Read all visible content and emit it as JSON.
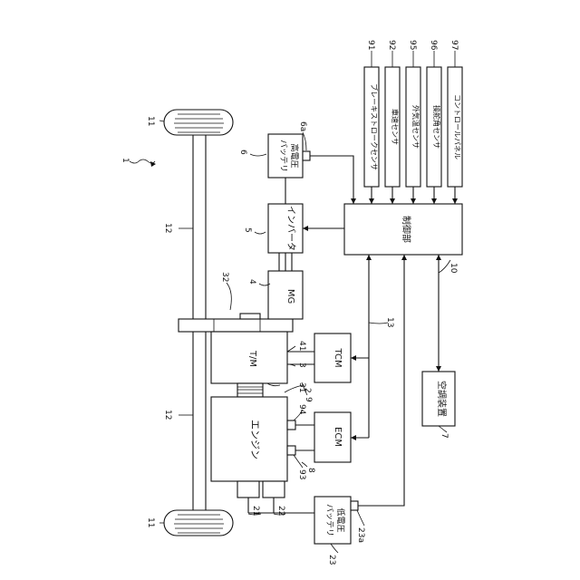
{
  "refs": {
    "r1": "1",
    "r2": "2",
    "r3": "3",
    "r4": "4",
    "r5": "5",
    "r6": "6",
    "r6a": "6a",
    "r7": "7",
    "r8": "8",
    "r9": "9",
    "r10": "10",
    "r11a": "11",
    "r11b": "11",
    "r12a": "12",
    "r12b": "12",
    "r13": "13",
    "r21": "21",
    "r22": "22",
    "r23": "23",
    "r23a": "23a",
    "r31": "31",
    "r32": "32",
    "r41": "41",
    "r91": "91",
    "r92": "92",
    "r93": "93",
    "r94": "94",
    "r95": "95",
    "r96": "96",
    "r97": "97"
  },
  "labels": {
    "engine": "エンジン",
    "tm": "T/M",
    "mg": "MG",
    "inverter": "インバータ",
    "hv_battery_1": "高電圧",
    "hv_battery_2": "バッテリ",
    "lv_battery_1": "低電圧",
    "lv_battery_2": "バッテリ",
    "tcm": "TCM",
    "ecm": "ECM",
    "controller": "制御部",
    "air_conditioner": "空調装置",
    "sensor_brake": "ブレーキストロークセンサ",
    "sensor_speed": "車速センサ",
    "sensor_outside_temp": "外気温センサ",
    "sensor_steering": "操舵角センサ",
    "control_panel": "コントロールパネル"
  }
}
